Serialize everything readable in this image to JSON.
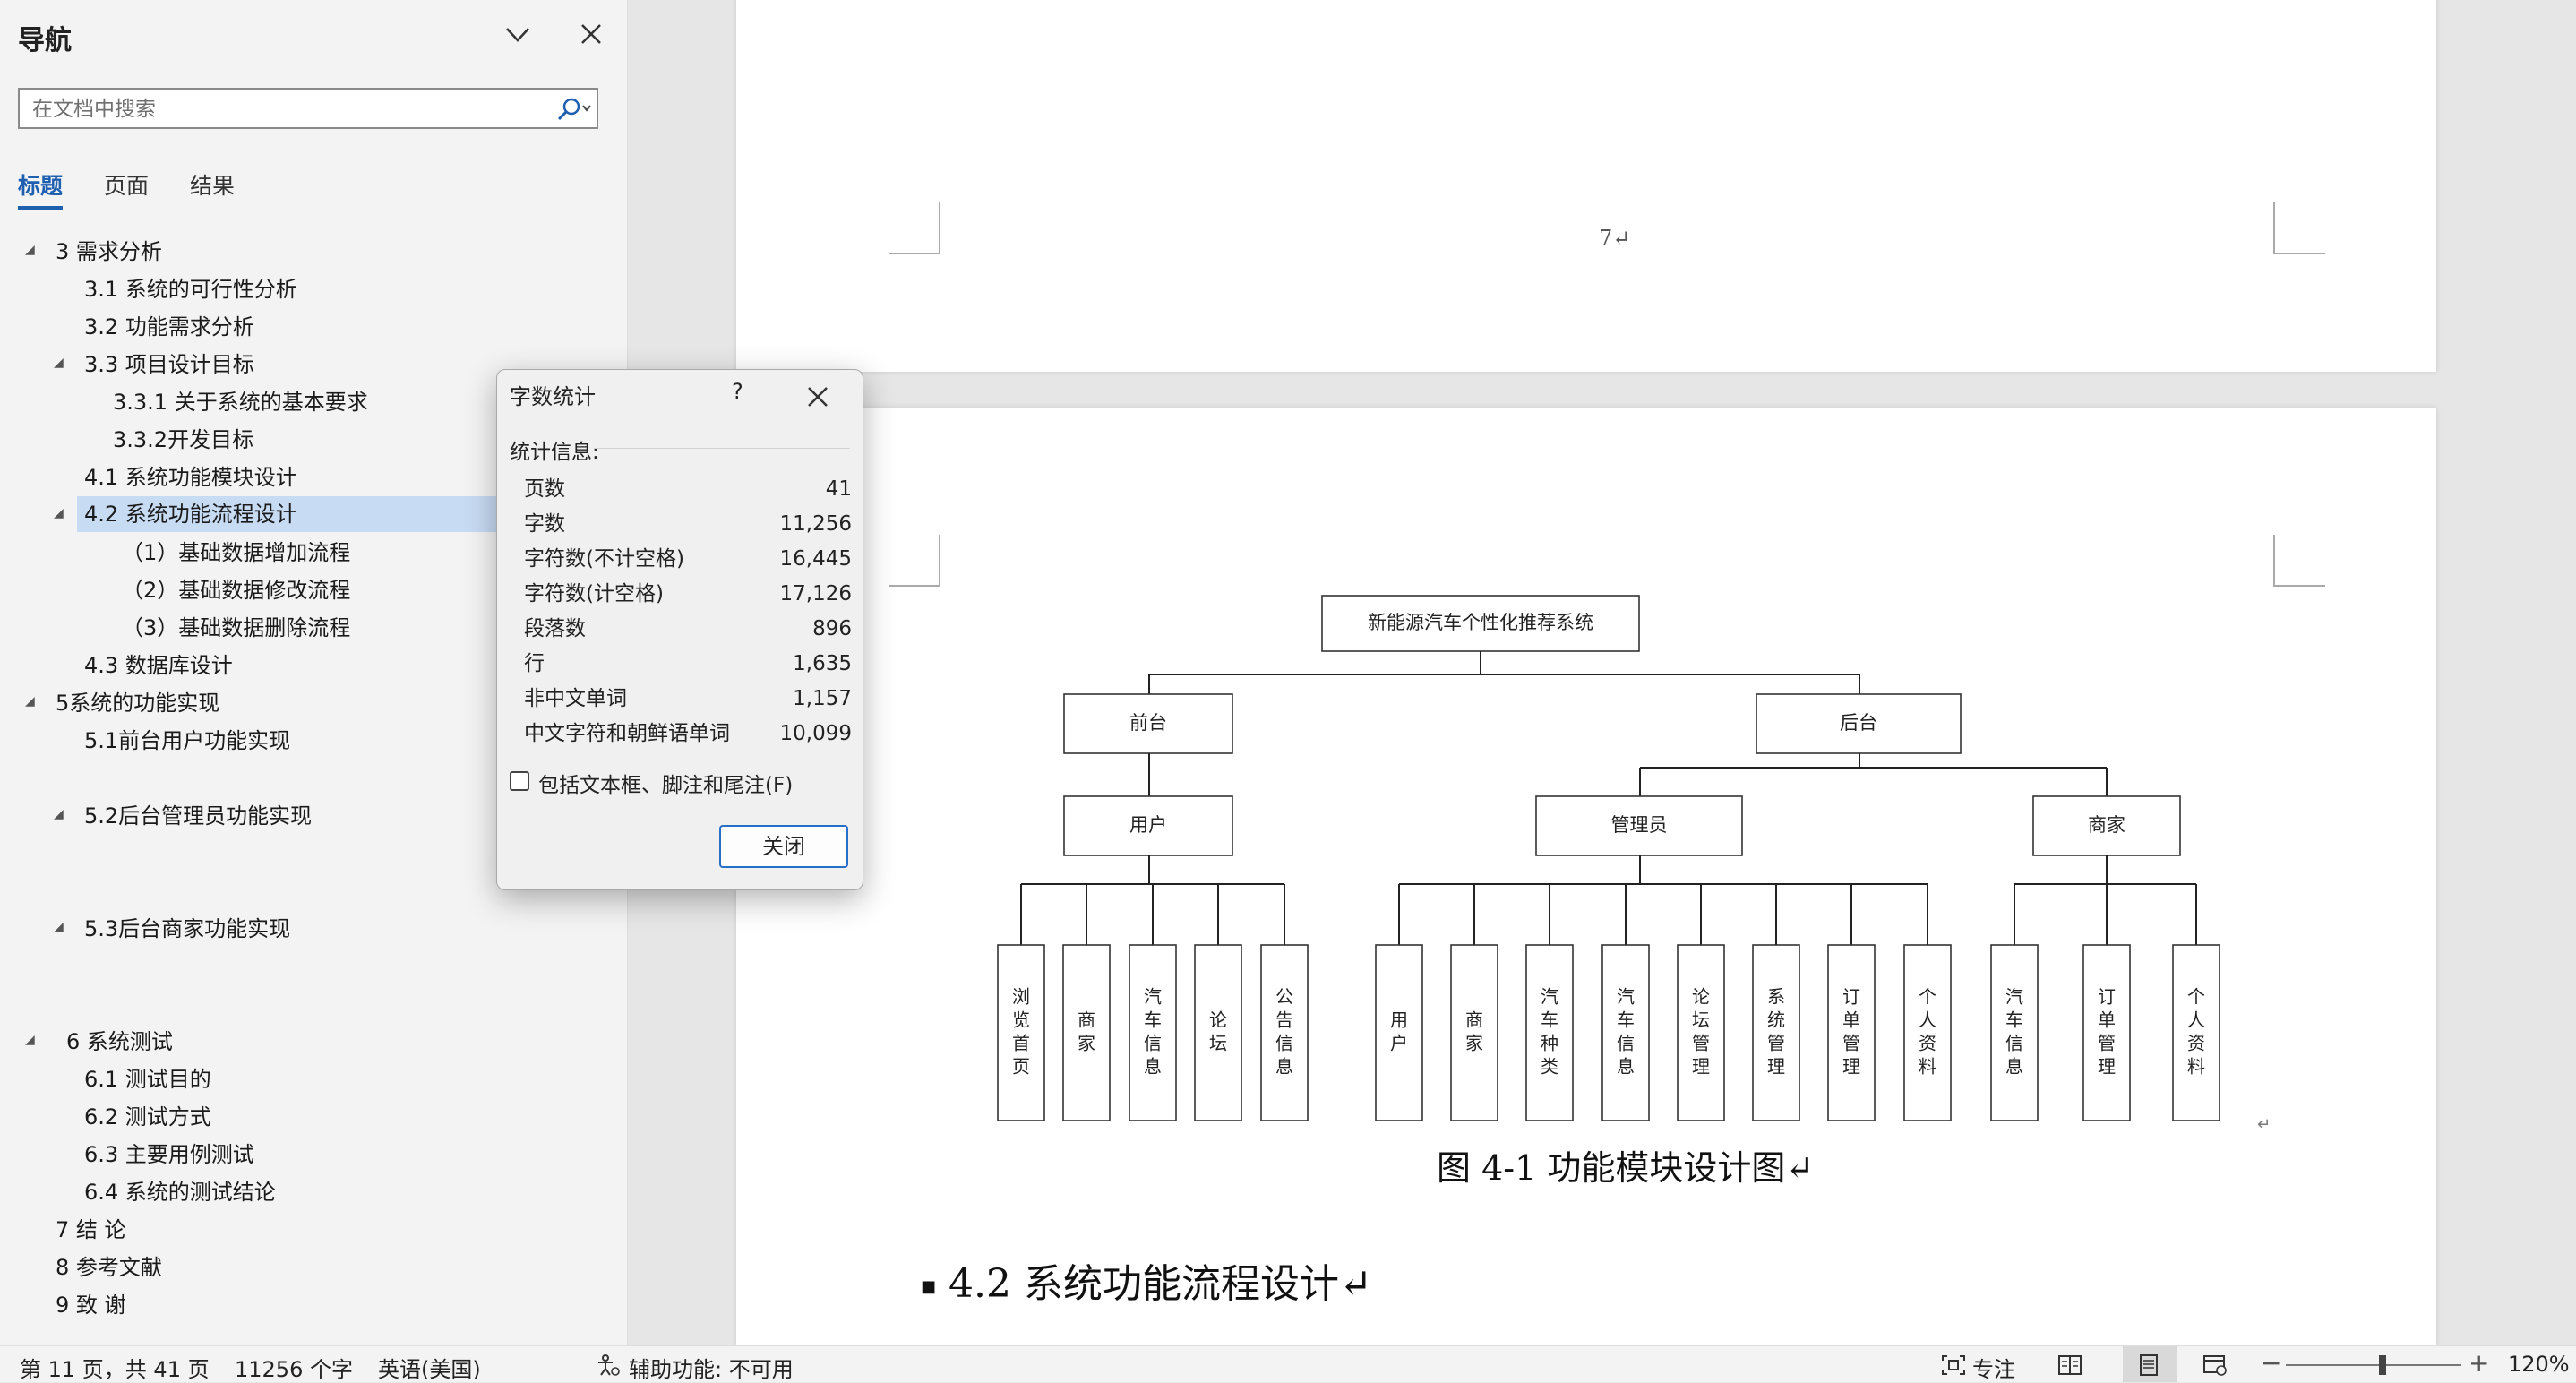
{
  "nav": {
    "title": "导航",
    "search_placeholder": "在文档中搜索",
    "tabs": [
      "标题",
      "页面",
      "结果"
    ],
    "items": [
      {
        "label": "3 需求分析"
      },
      {
        "label": "3.1 系统的可行性分析"
      },
      {
        "label": "3.2 功能需求分析"
      },
      {
        "label": "3.3 项目设计目标"
      },
      {
        "label": "3.3.1 关于系统的基本要求"
      },
      {
        "label": "3.3.2开发目标"
      },
      {
        "label": "4.1 系统功能模块设计"
      },
      {
        "label": "4.2 系统功能流程设计",
        "selected": true
      },
      {
        "label": "（1）基础数据增加流程"
      },
      {
        "label": "（2）基础数据修改流程"
      },
      {
        "label": "（3）基础数据删除流程"
      },
      {
        "label": "4.3 数据库设计"
      },
      {
        "label": "5系统的功能实现"
      },
      {
        "label": "5.1前台用户功能实现"
      },
      {
        "label": "5.2后台管理员功能实现"
      },
      {
        "label": "5.3后台商家功能实现"
      },
      {
        "label": "6 系统测试"
      },
      {
        "label": "6.1  测试目的"
      },
      {
        "label": "6.2  测试方式"
      },
      {
        "label": "6.3 主要用例测试"
      },
      {
        "label": "6.4 系统的测试结论"
      },
      {
        "label": "7 结 论"
      },
      {
        "label": "8 参考文献"
      },
      {
        "label": "9 致 谢"
      }
    ]
  },
  "document": {
    "page_number_mark": "7↵",
    "diagram": {
      "root": "新能源汽车个性化推荐系统",
      "level1": [
        "前台",
        "后台"
      ],
      "level2": [
        "用户",
        "管理员",
        "商家"
      ],
      "leaves_user": [
        "浏览首页",
        "商家",
        "汽车信息",
        "论坛",
        "公告信息"
      ],
      "leaves_admin": [
        "用户",
        "商家",
        "汽车种类",
        "汽车信息",
        "论坛管理",
        "系统管理",
        "订单管理",
        "个人资料"
      ],
      "leaves_merchant": [
        "汽车信息",
        "订单管理",
        "个人资料"
      ]
    },
    "paragraph_mark": "↵",
    "caption": "图 4-1  功能模块设计图↵",
    "heading": "4.2  系统功能流程设计↵"
  },
  "dialog": {
    "title": "字数统计",
    "help": "?",
    "section_label": "统计信息:",
    "stats": [
      {
        "label": "页数",
        "value": "41"
      },
      {
        "label": "字数",
        "value": "11,256"
      },
      {
        "label": "字符数(不计空格)",
        "value": "16,445"
      },
      {
        "label": "字符数(计空格)",
        "value": "17,126"
      },
      {
        "label": "段落数",
        "value": "896"
      },
      {
        "label": "行",
        "value": "1,635"
      },
      {
        "label": "非中文单词",
        "value": "1,157"
      },
      {
        "label": "中文字符和朝鲜语单词",
        "value": "10,099"
      }
    ],
    "checkbox_label": "包括文本框、脚注和尾注(F)",
    "checkbox_checked": false,
    "close_button": "关闭"
  },
  "status": {
    "page": "第 11 页，共 41 页",
    "words": "11256 个字",
    "language": "英语(美国)",
    "accessibility": "辅助功能: 不可用",
    "focus": "专注",
    "zoom": "120%",
    "zoom_level_percent": 120
  }
}
